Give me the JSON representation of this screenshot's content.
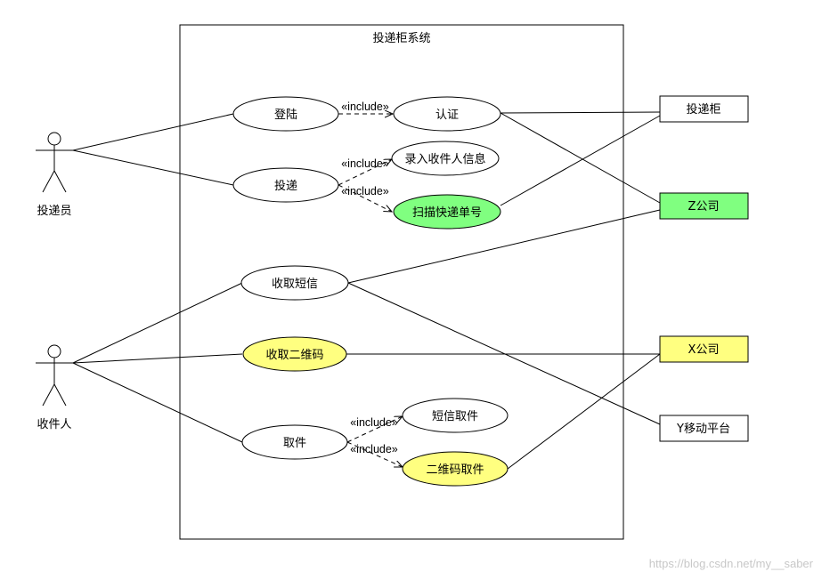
{
  "system": {
    "title": "投递柜系统"
  },
  "actors": {
    "courier": "投递员",
    "recipient": "收件人"
  },
  "use_cases": {
    "login": "登陆",
    "auth": "认证",
    "deliver": "投递",
    "enter_info": "录入收件人信息",
    "scan": "扫描快递单号",
    "receive_sms": "收取短信",
    "receive_qr": "收取二维码",
    "pickup": "取件",
    "sms_pickup": "短信取件",
    "qr_pickup": "二维码取件"
  },
  "relations": {
    "include": "«include»"
  },
  "externals": {
    "locker": "投递柜",
    "z_company": "Z公司",
    "x_company": "X公司",
    "y_platform": "Y移动平台"
  },
  "colors": {
    "green": "#80ff80",
    "yellow": "#ffff80"
  },
  "watermark": "https://blog.csdn.net/my__saber"
}
